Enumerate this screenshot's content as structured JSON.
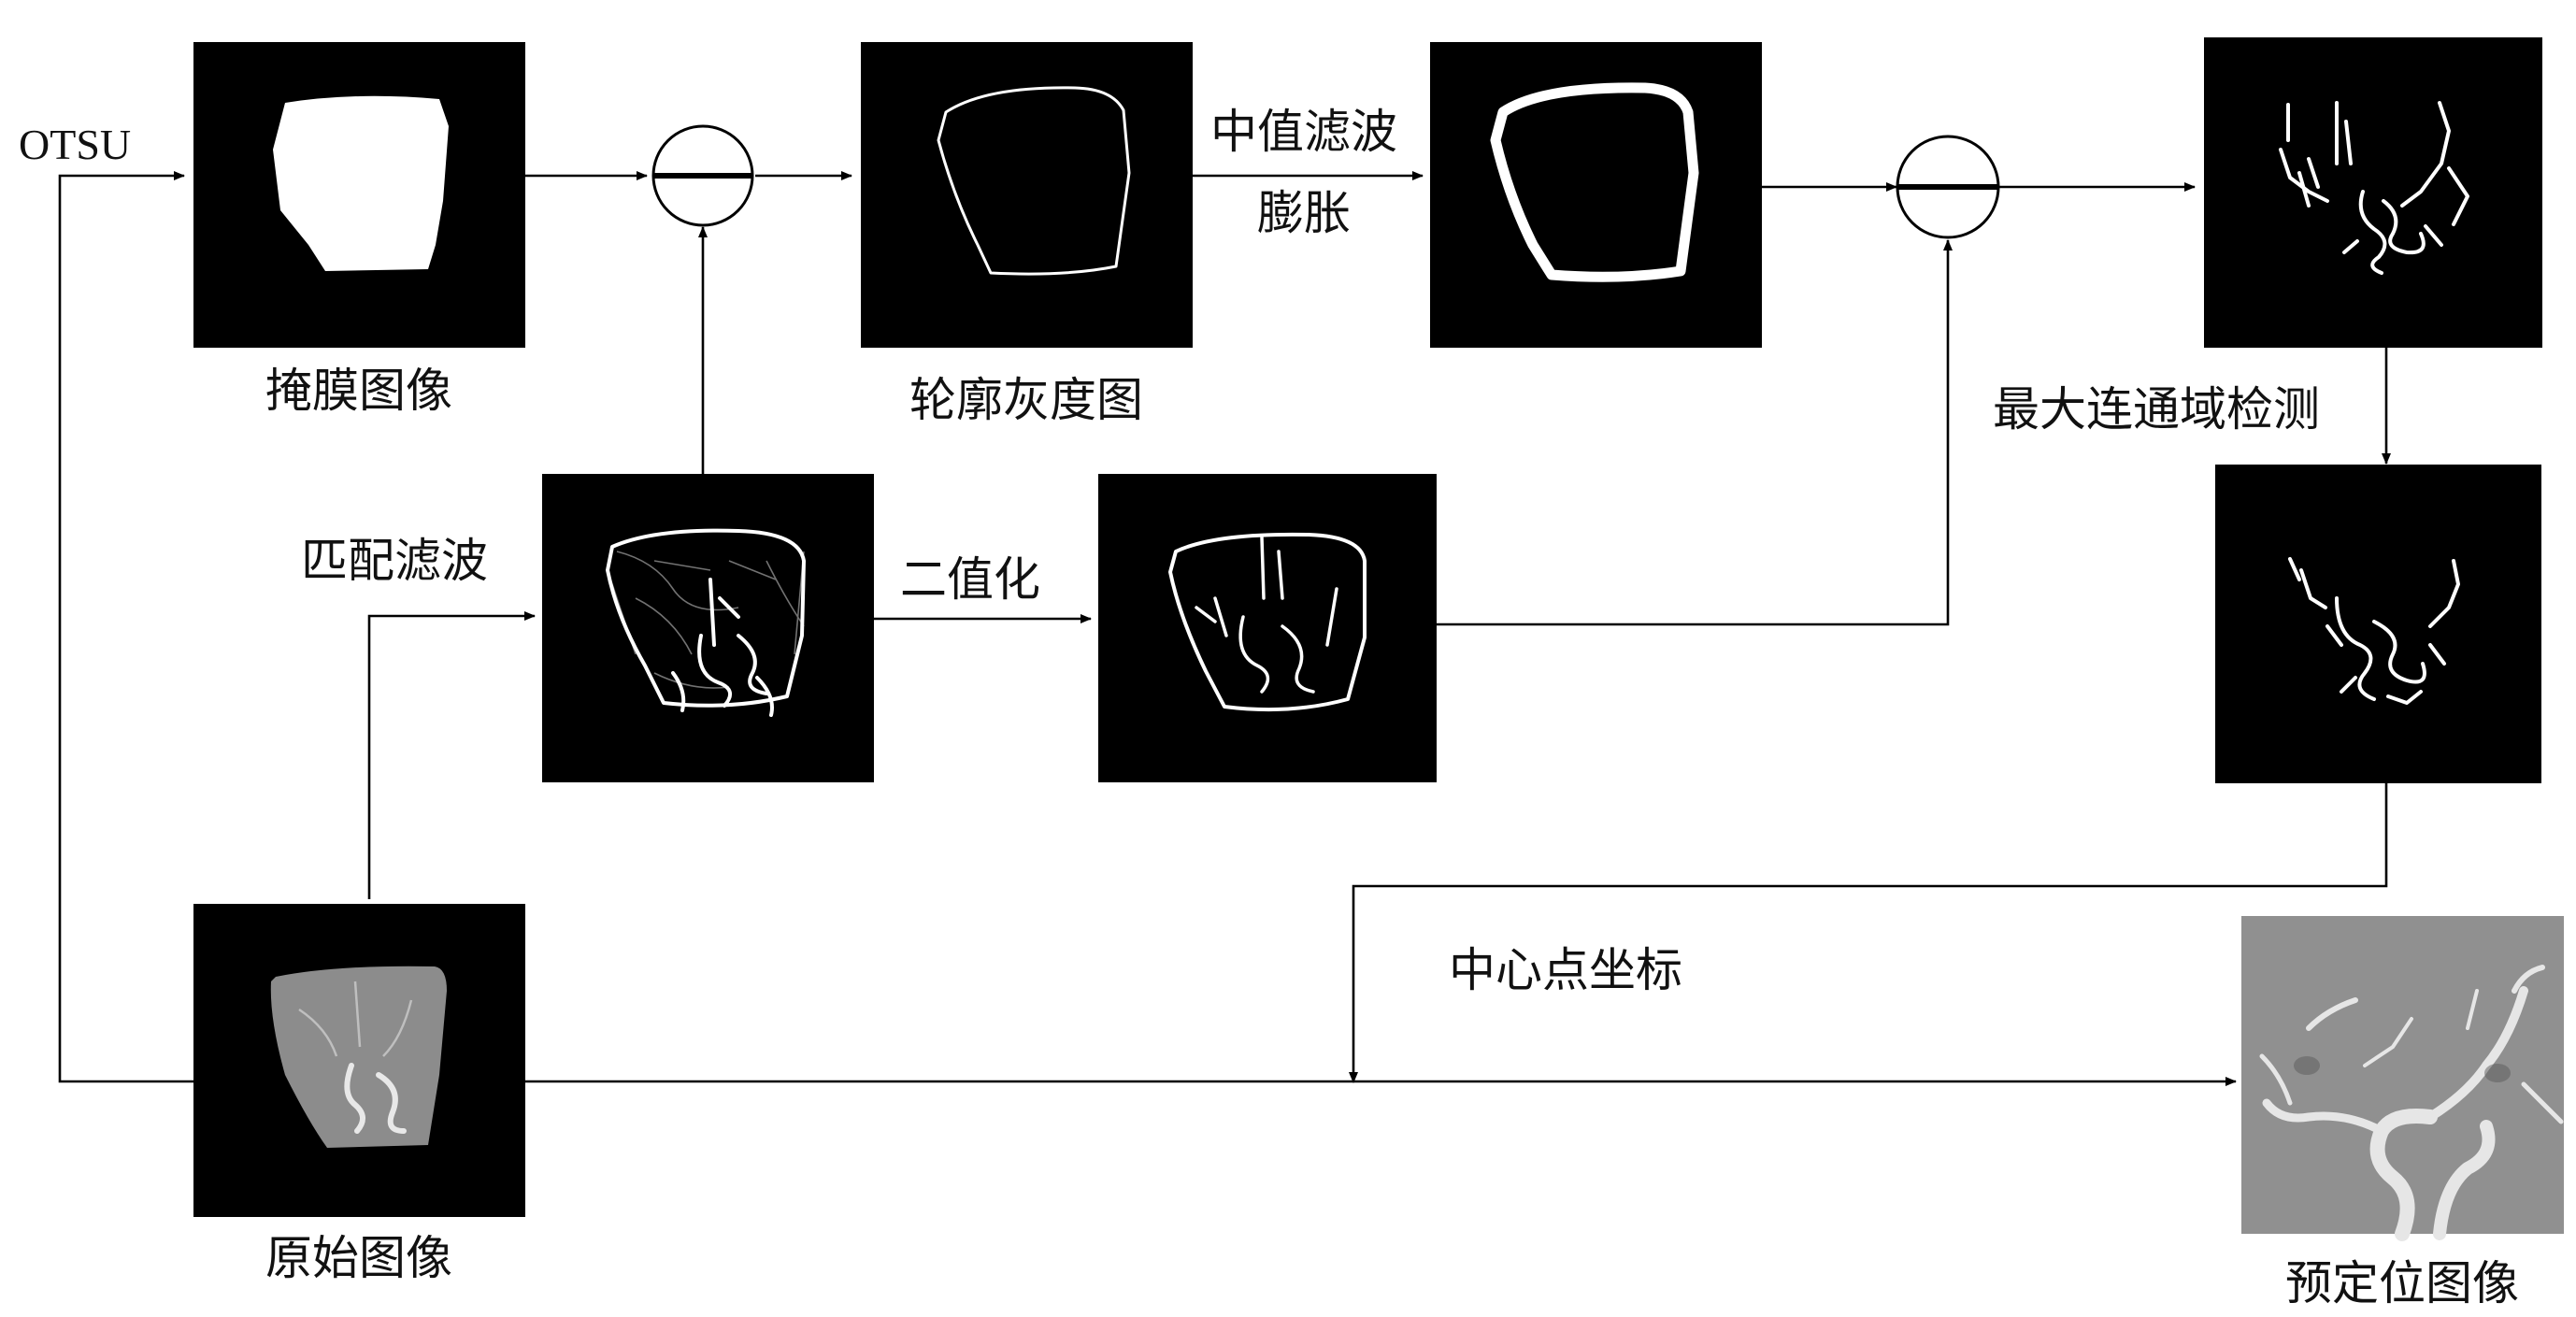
{
  "labels": {
    "otsu": "OTSU",
    "mask_image": "掩膜图像",
    "contour_gray": "轮廓灰度图",
    "median_filter": "中值滤波",
    "dilation": "膨胀",
    "largest_component": "最大连通域检测",
    "matched_filter": "匹配滤波",
    "binarization": "二值化",
    "original_image": "原始图像",
    "center_coords": "中心点坐标",
    "prelocated_image": "预定位图像"
  },
  "colors": {
    "panel": "#000000",
    "line": "#000000",
    "background": "#ffffff"
  }
}
